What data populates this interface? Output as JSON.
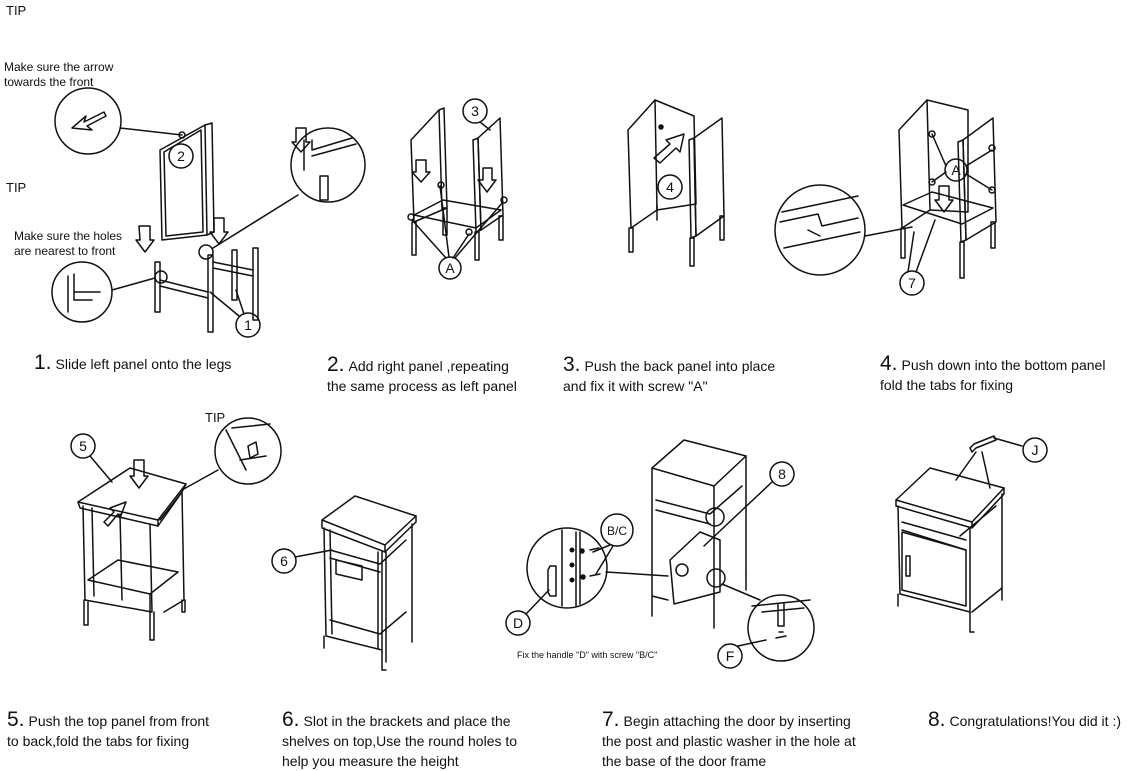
{
  "tips": {
    "tip1_heading": "TIP",
    "tip1_text_line1": "Make sure the arrow",
    "tip1_text_line2": "towards the front",
    "tip2_heading": "TIP",
    "tip2_text_line1": "Make sure the holes",
    "tip2_text_line2": "are nearest to front",
    "tip3_heading": "TIP"
  },
  "part_labels": {
    "p1": "1",
    "p2": "2",
    "p3": "3",
    "p4": "4",
    "p5": "5",
    "p6": "6",
    "p7": "7",
    "p8": "8",
    "pA": "A",
    "pA2": "A",
    "pBC": "B/C",
    "pD": "D",
    "pF": "F",
    "pJ": "J"
  },
  "handle_note": "Fix the handle \"D\" with screw \"B/C\"",
  "steps": [
    {
      "num": "1.",
      "line1": "Slide left panel onto the legs",
      "line2": "",
      "line3": ""
    },
    {
      "num": "2.",
      "line1": "Add right panel ,repeating",
      "line2": "the same process as left panel",
      "line3": ""
    },
    {
      "num": "3.",
      "line1": "Push the back panel into place",
      "line2": "and fix it with screw \"A\"",
      "line3": ""
    },
    {
      "num": "4.",
      "line1": "Push down into the bottom panel",
      "line2": "fold the tabs for fixing",
      "line3": ""
    },
    {
      "num": "5.",
      "line1": "Push the top panel from front",
      "line2": "to back,fold the tabs for fixing",
      "line3": ""
    },
    {
      "num": "6.",
      "line1": "Slot in the brackets and place the",
      "line2": "shelves on top,Use the round holes to",
      "line3": "help you measure the height"
    },
    {
      "num": "7.",
      "line1": "Begin attaching the door by inserting",
      "line2": "the post and plastic washer in the hole at",
      "line3": "the base of the door frame"
    },
    {
      "num": "8.",
      "line1": "Congratulations!You did it :)",
      "line2": "",
      "line3": ""
    }
  ]
}
